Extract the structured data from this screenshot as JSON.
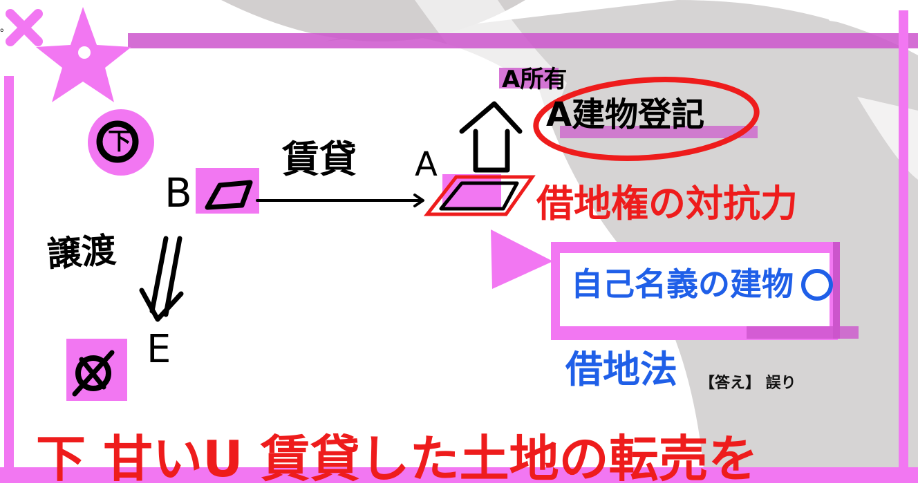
{
  "stray_mark": "。",
  "labels": {
    "circled_shita": "下",
    "B": "B",
    "A": "A",
    "E": "E",
    "chintai": "賃貸",
    "joto": "譲渡",
    "a_shoyu": "A所有",
    "a_tatemono_toki": "A建物登記",
    "shakuchiken_taikoryoku": "借地権の対抗力",
    "jiko_meigi": "自己名義の建物",
    "shakuchiho": "借地法",
    "bottom_line": "下 甘いU 賃貸した土地の転売を"
  },
  "answer": {
    "text": "【答え】 誤り"
  },
  "colors": {
    "pink_marker": "#f277f2",
    "purple_band": "#cc55cc",
    "red_pen": "#ee1c1c",
    "blue_pen": "#1f5fe8",
    "black_pen": "#000000",
    "bg_watermark": "#d2cfcf"
  }
}
